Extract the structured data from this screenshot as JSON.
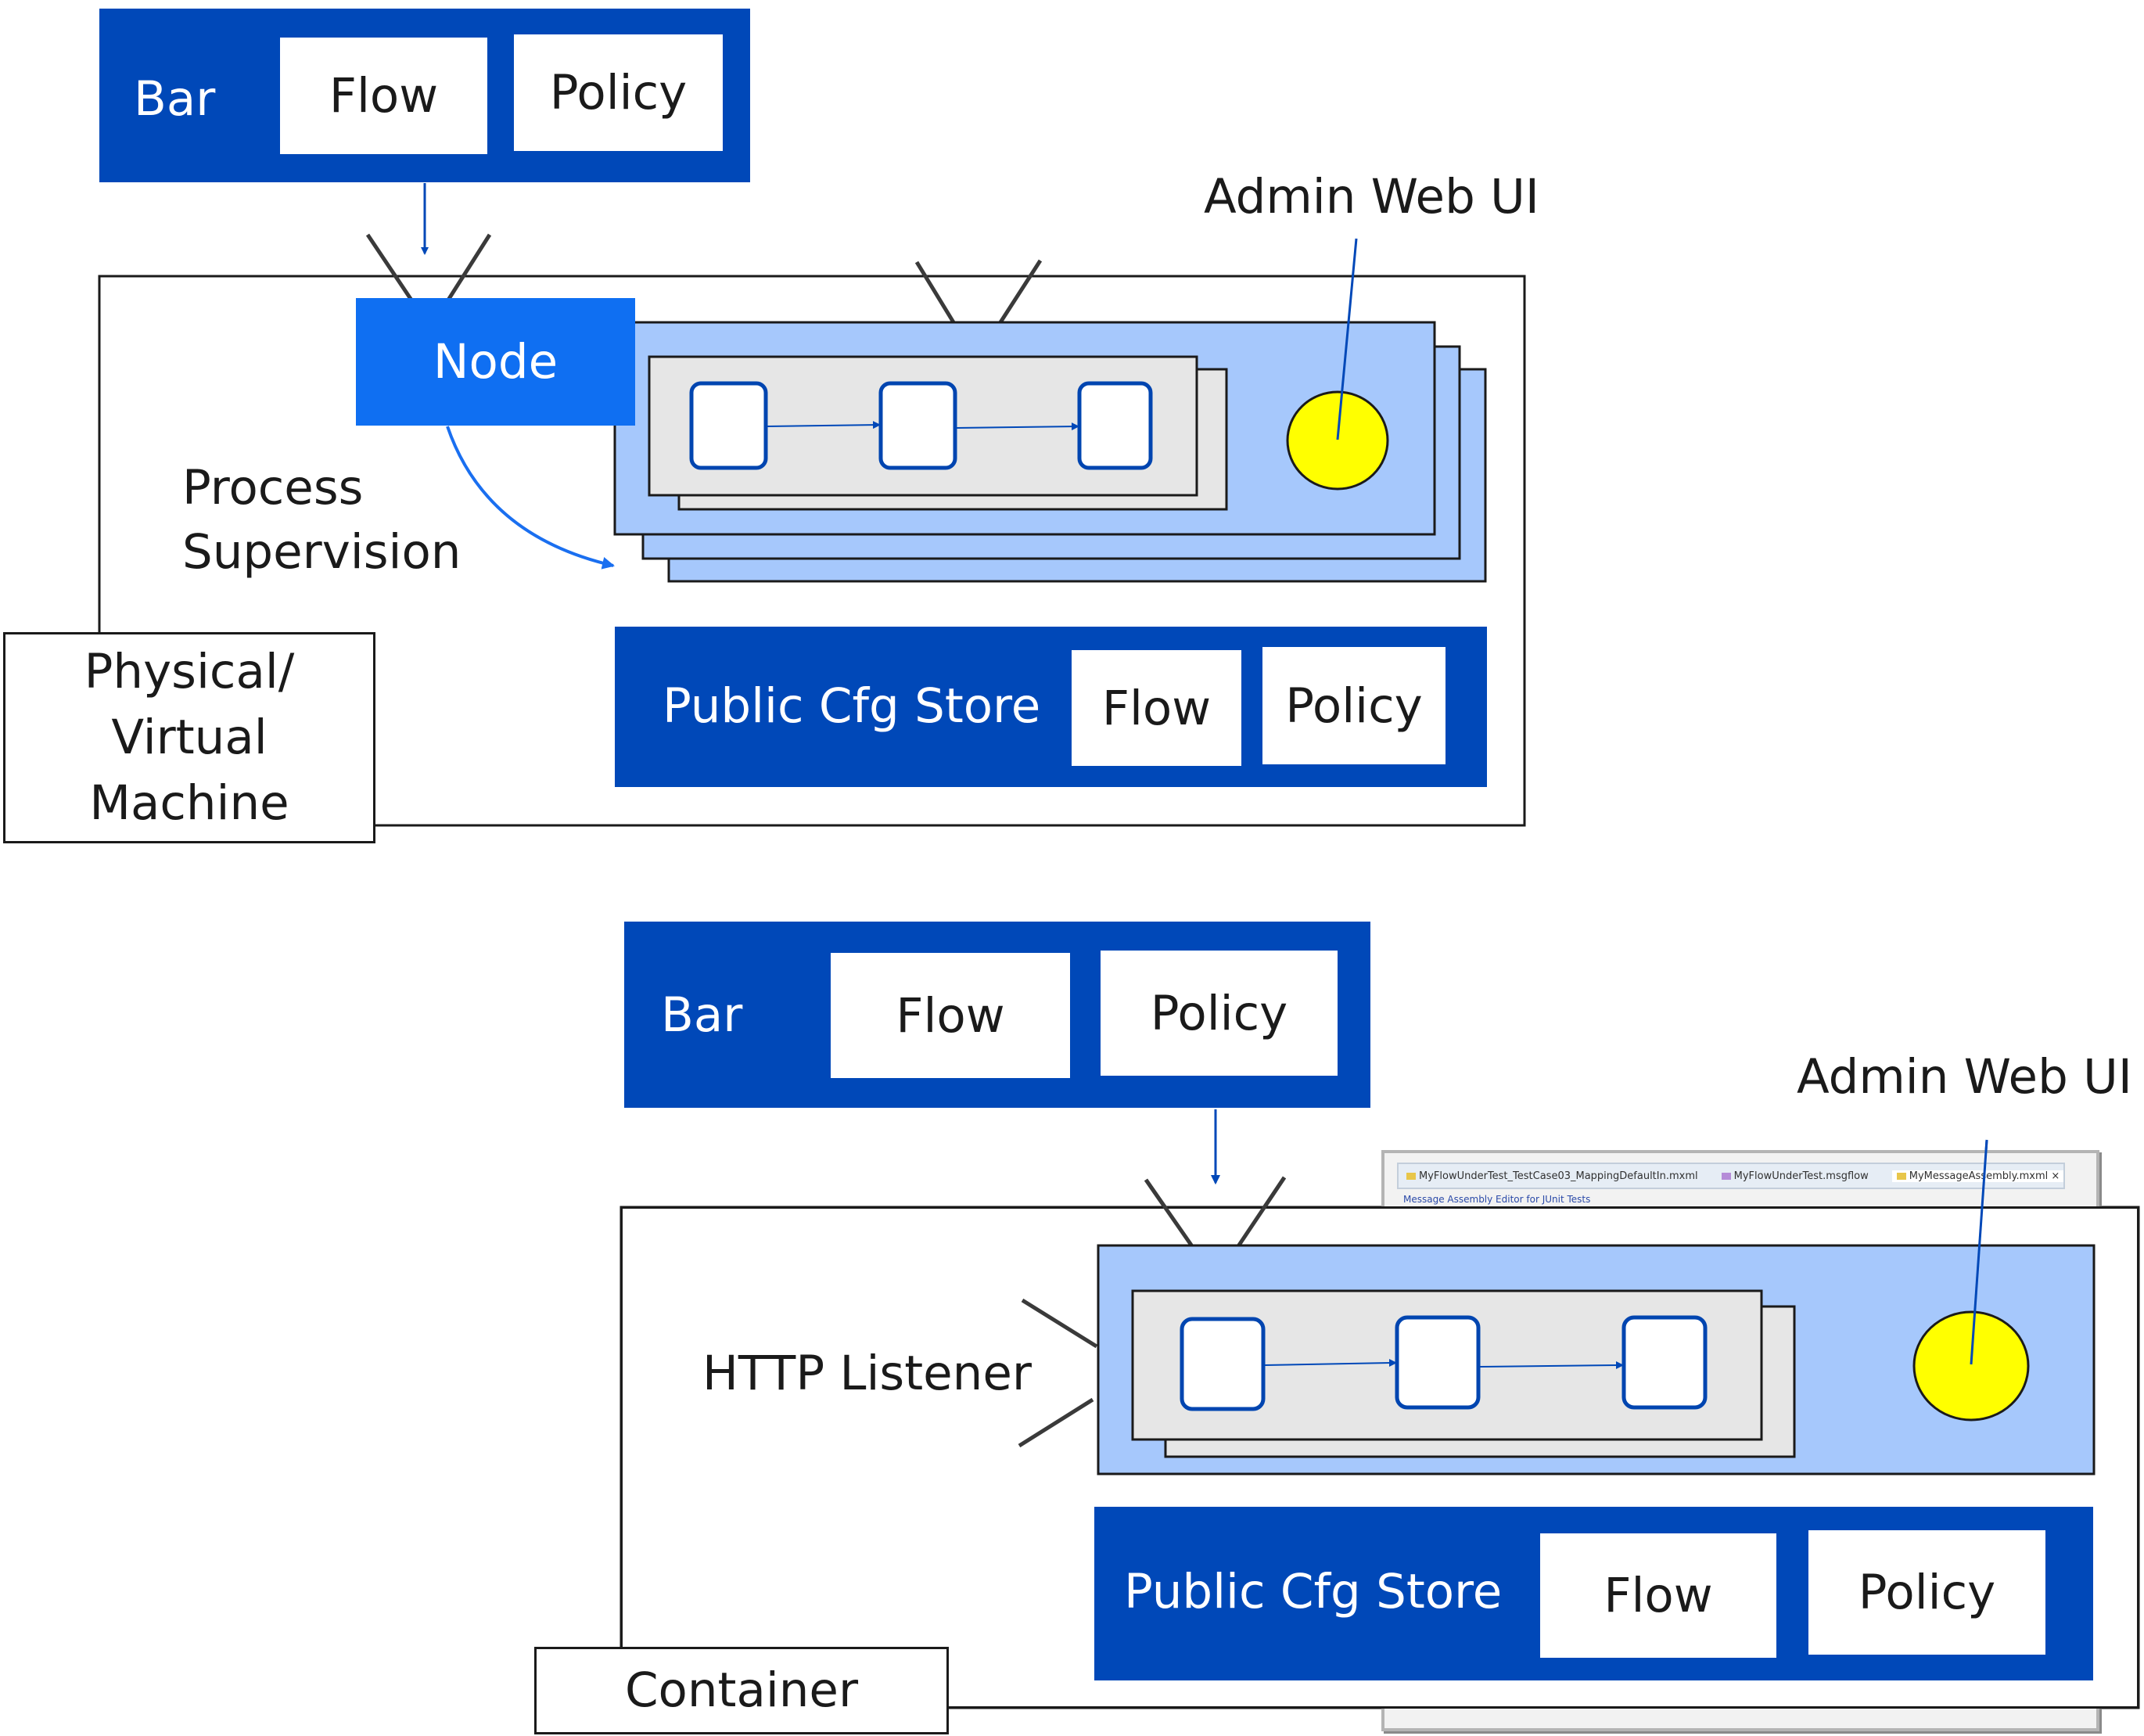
{
  "top": {
    "bar": {
      "label": "Bar",
      "flow": "Flow",
      "policy": "Policy"
    },
    "admin_label": "Admin Web UI",
    "node_label": "Node",
    "process_supervision": [
      "Process",
      "Supervision"
    ],
    "machine_label": [
      "Physical/",
      "Virtual",
      "Machine"
    ],
    "store": {
      "label": "Public Cfg Store",
      "flow": "Flow",
      "policy": "Policy"
    }
  },
  "bottom": {
    "bar": {
      "label": "Bar",
      "flow": "Flow",
      "policy": "Policy"
    },
    "admin_label": "Admin Web UI",
    "http_listener": "HTTP Listener",
    "container_label": "Container",
    "store": {
      "label": "Public Cfg Store",
      "flow": "Flow",
      "policy": "Policy"
    },
    "ide": {
      "tabs": [
        "MyFlowUnderTest_TestCase03_MappingDefaultIn.mxml",
        "MyFlowUnderTest.msgflow",
        "MyMessageAssembly.mxml"
      ],
      "subtitle": "Message Assembly Editor for JUnit Tests"
    }
  },
  "colors": {
    "blue_dark": "#0048b8",
    "blue_node": "#0f6ff2",
    "blue_light": "#a6c8fc",
    "flow_gray": "#e6e6e6",
    "flow_node_border": "#0045b0",
    "admin_circle": "#ffff00"
  }
}
